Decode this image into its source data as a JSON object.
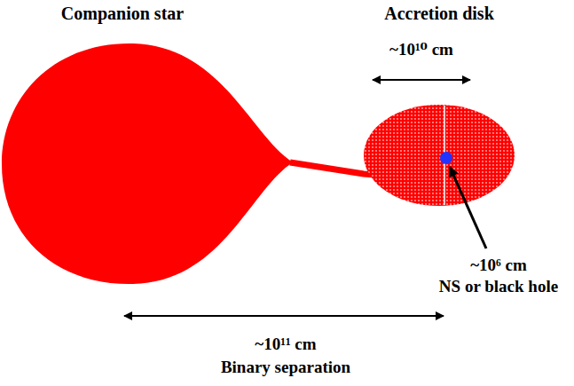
{
  "diagram": {
    "nodes": [
      {
        "text": [
          "Companion star"
        ]
      },
      {
        "text": [
          "Accretion disk"
        ]
      }
    ],
    "edges": [
      {
        "from": 0,
        "to": 1,
        "arrow": "none"
      }
    ],
    "labels": [
      "~10¹⁰ cm",
      "~10⁶ cm",
      "NS or black hole",
      "~10¹¹ cm",
      "Binary separation"
    ]
  }
}
